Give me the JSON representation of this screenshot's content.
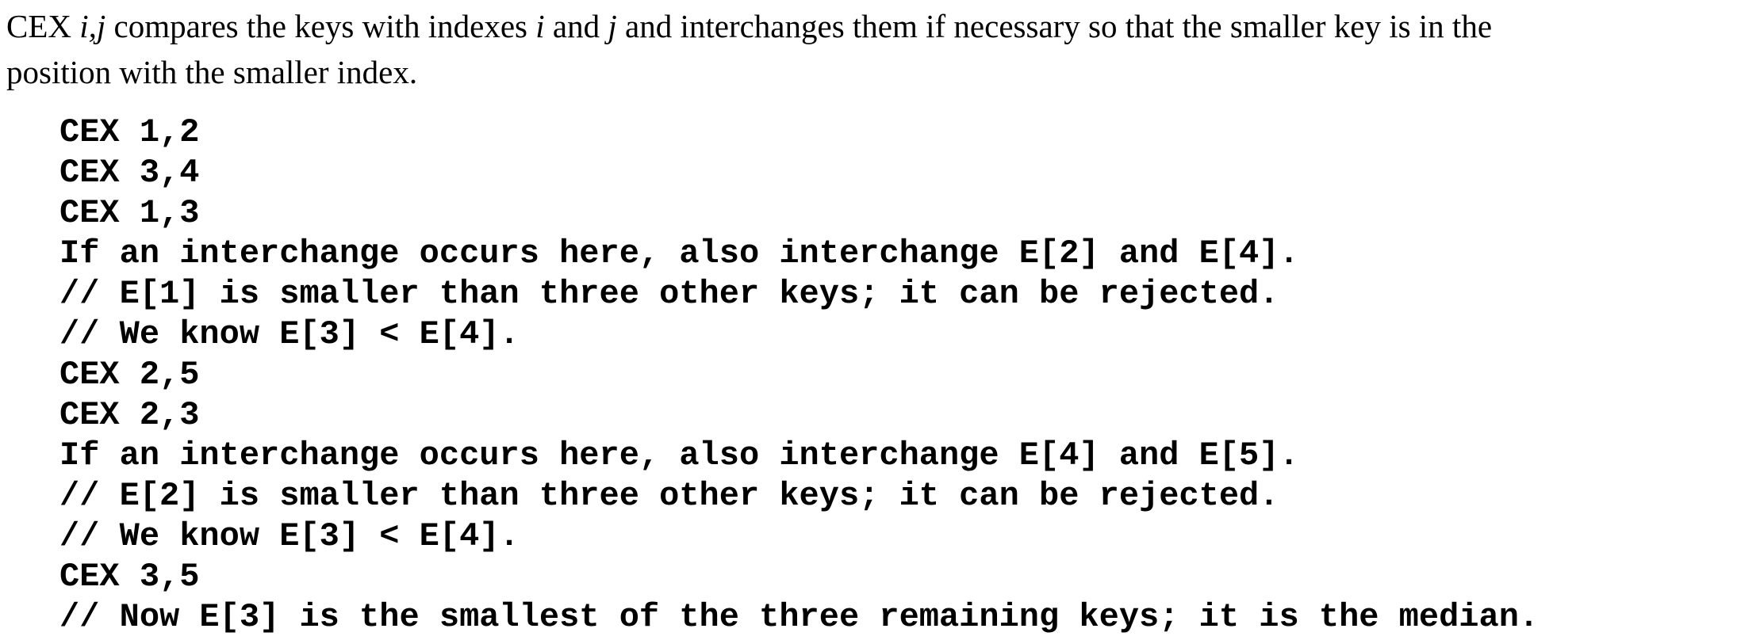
{
  "page": {
    "background_color": "#ffffff",
    "text_color": "#000000"
  },
  "paragraph": {
    "lines": [
      {
        "segments": [
          {
            "t": "CEX ",
            "italic": false
          },
          {
            "t": "i,j",
            "italic": true
          },
          {
            "t": " compares the keys with indexes ",
            "italic": false
          },
          {
            "t": "i",
            "italic": true
          },
          {
            "t": " and ",
            "italic": false
          },
          {
            "t": "j",
            "italic": true
          },
          {
            "t": " and interchanges them if necessary so that the smaller key is in the",
            "italic": false
          }
        ]
      },
      {
        "segments": [
          {
            "t": "position with the smaller index.",
            "italic": false
          }
        ]
      }
    ]
  },
  "code": {
    "lines": [
      "CEX 1,2",
      "CEX 3,4",
      "CEX 1,3",
      "If an interchange occurs here, also interchange E[2] and E[4].",
      "// E[1] is smaller than three other keys; it can be rejected.",
      "// We know E[3] < E[4].",
      "CEX 2,5",
      "CEX 2,3",
      "If an interchange occurs here, also interchange E[4] and E[5].",
      "// E[2] is smaller than three other keys; it can be rejected.",
      "// We know E[3] < E[4].",
      "CEX 3,5",
      "// Now E[3] is the smallest of the three remaining keys; it is the median."
    ]
  }
}
